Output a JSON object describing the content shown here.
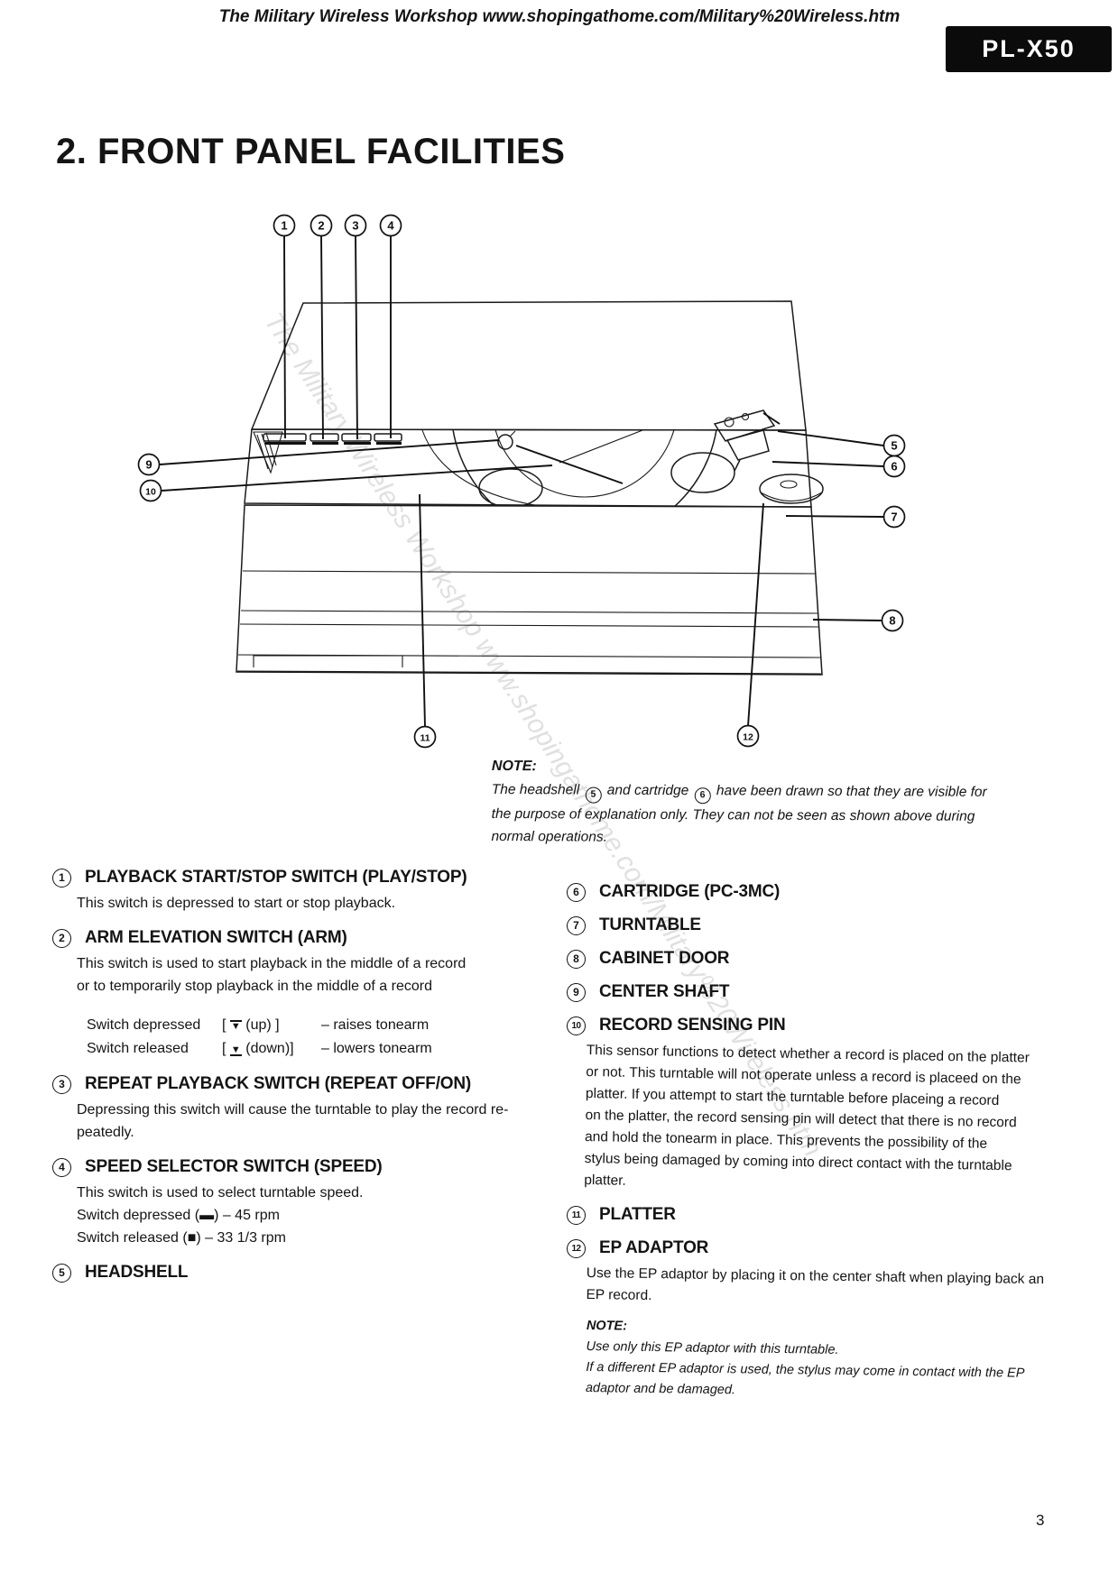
{
  "header": {
    "title": "The Military Wireless Workshop www.shopingathome.com/Military%20Wireless.htm"
  },
  "badge": {
    "model": "PL-X50"
  },
  "section_title": "2. FRONT PANEL FACILITIES",
  "watermark": "The Military Wireless Workshop www.shopingathome.com/Military%20Wireless.htm",
  "diagram": {
    "callouts": [
      "1",
      "2",
      "3",
      "4",
      "5",
      "6",
      "7",
      "8",
      "9",
      "10",
      "11",
      "12"
    ]
  },
  "note_top": {
    "label": "NOTE:",
    "line1_parts": [
      "The headshell ",
      "5",
      " and cartridge ",
      "6",
      " have been drawn so that they are visible for"
    ],
    "lines": [
      "the purpose of explanation only. They can not be seen as shown above during",
      "normal operations."
    ]
  },
  "items_left": [
    {
      "num": "1",
      "title": "PLAYBACK START/STOP SWITCH (PLAY/STOP)",
      "body": [
        "This switch is depressed to start or stop playback."
      ]
    },
    {
      "num": "2",
      "title": "ARM ELEVATION SWITCH (ARM)",
      "body": [
        "This switch is used to start playback in the middle of a record",
        "or to temporarily stop playback in the middle of a record"
      ],
      "switch_rows": [
        {
          "label": "Switch depressed",
          "bracket_open": "[",
          "tri": "▼",
          "tri_bar": "top",
          "suffix": "(up) ]",
          "result": "– raises tonearm"
        },
        {
          "label": "Switch released",
          "bracket_open": "[",
          "tri": "▼",
          "tri_bar": "bottom",
          "suffix": "(down)]",
          "result": "– lowers tonearm"
        }
      ]
    },
    {
      "num": "3",
      "title": "REPEAT PLAYBACK SWITCH (REPEAT OFF/ON)",
      "body": [
        "Depressing this switch will cause the turntable to play the record re-",
        "peatedly."
      ]
    },
    {
      "num": "4",
      "title": "SPEED SELECTOR SWITCH (SPEED)",
      "body": [
        "This switch is used to select turntable speed.",
        "Switch depressed (▬) – 45 rpm",
        "Switch released (■) – 33 1/3 rpm"
      ]
    },
    {
      "num": "5",
      "title": "HEADSHELL",
      "body": []
    }
  ],
  "items_right": [
    {
      "num": "6",
      "title": "CARTRIDGE (PC-3MC)"
    },
    {
      "num": "7",
      "title": "TURNTABLE"
    },
    {
      "num": "8",
      "title": "CABINET DOOR"
    },
    {
      "num": "9",
      "title": "CENTER SHAFT"
    },
    {
      "num": "10",
      "title": "RECORD SENSING PIN",
      "body": [
        "This sensor functions to detect whether a record is placed on the platter",
        "or not. This turntable will not operate unless a record is placeed on the",
        "platter. If you attempt to start the turntable before placeing a record",
        "on the platter, the record sensing pin will detect that there is no record",
        "and hold the tonearm in place. This prevents the possibility of the",
        "stylus being damaged by coming into direct contact with the turntable",
        "platter."
      ]
    },
    {
      "num": "11",
      "title": "PLATTER"
    },
    {
      "num": "12",
      "title": "EP ADAPTOR",
      "body": [
        "Use the EP adaptor by placing it on the center shaft when playing back an",
        "EP record."
      ],
      "note": {
        "label": "NOTE:",
        "lines": [
          "Use only this EP adaptor with this turntable.",
          "If a different EP adaptor is used, the stylus may come in contact with the EP",
          "adaptor and be damaged."
        ]
      }
    }
  ],
  "footer": {
    "page_number": "3"
  }
}
